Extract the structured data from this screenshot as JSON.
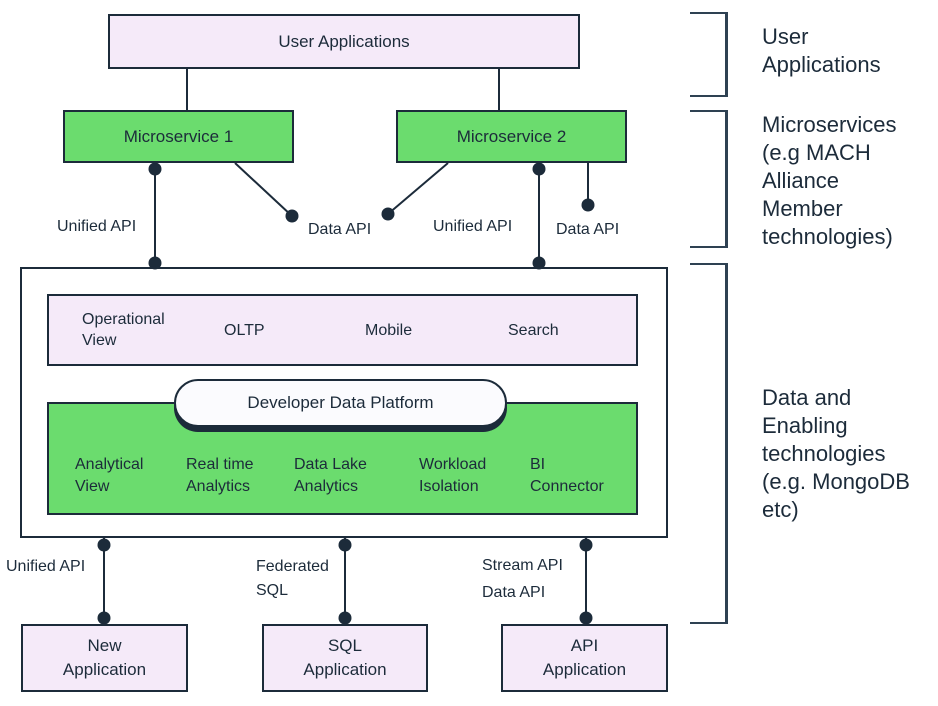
{
  "colors": {
    "stroke": "#1c2b3a",
    "bracket": "#2e4152",
    "green": "#6bdc6e",
    "lavender": "#f5eaf9",
    "pill_fill": "#fbfbfe",
    "background": "#ffffff"
  },
  "nodes": {
    "user_applications": {
      "label": "User Applications"
    },
    "microservice_1": {
      "label": "Microservice 1"
    },
    "microservice_2": {
      "label": "Microservice 2"
    },
    "developer_data_platform": {
      "label": "Developer Data Platform"
    },
    "new_application": {
      "label": "New\nApplication"
    },
    "sql_application": {
      "label": "SQL\nApplication"
    },
    "api_application": {
      "label": "API\nApplication"
    }
  },
  "operational_items": [
    "Operational\nView",
    "OLTP",
    "Mobile",
    "Search"
  ],
  "analytical_items": [
    "Analytical\nView",
    "Real time\nAnalytics",
    "Data Lake\nAnalytics",
    "Workload\nIsolation",
    "BI\nConnector"
  ],
  "edges": {
    "ms1_unified_api": "Unified API",
    "ms1_data_api": "Data API",
    "ms2_unified_api": "Unified API",
    "ms2_data_api": "Data API",
    "new_app_unified_api": "Unified API",
    "sql_app_federated_sql": "Federated\nSQL",
    "api_app_stream_api": "Stream API",
    "api_app_data_api": "Data API"
  },
  "legend": {
    "user_applications": "User\nApplications",
    "microservices": "Microservices\n(e.g MACH\nAlliance\nMember\ntechnologies)",
    "data_enabling": "Data and\nEnabling\ntechnologies\n(e.g. MongoDB\netc)"
  }
}
